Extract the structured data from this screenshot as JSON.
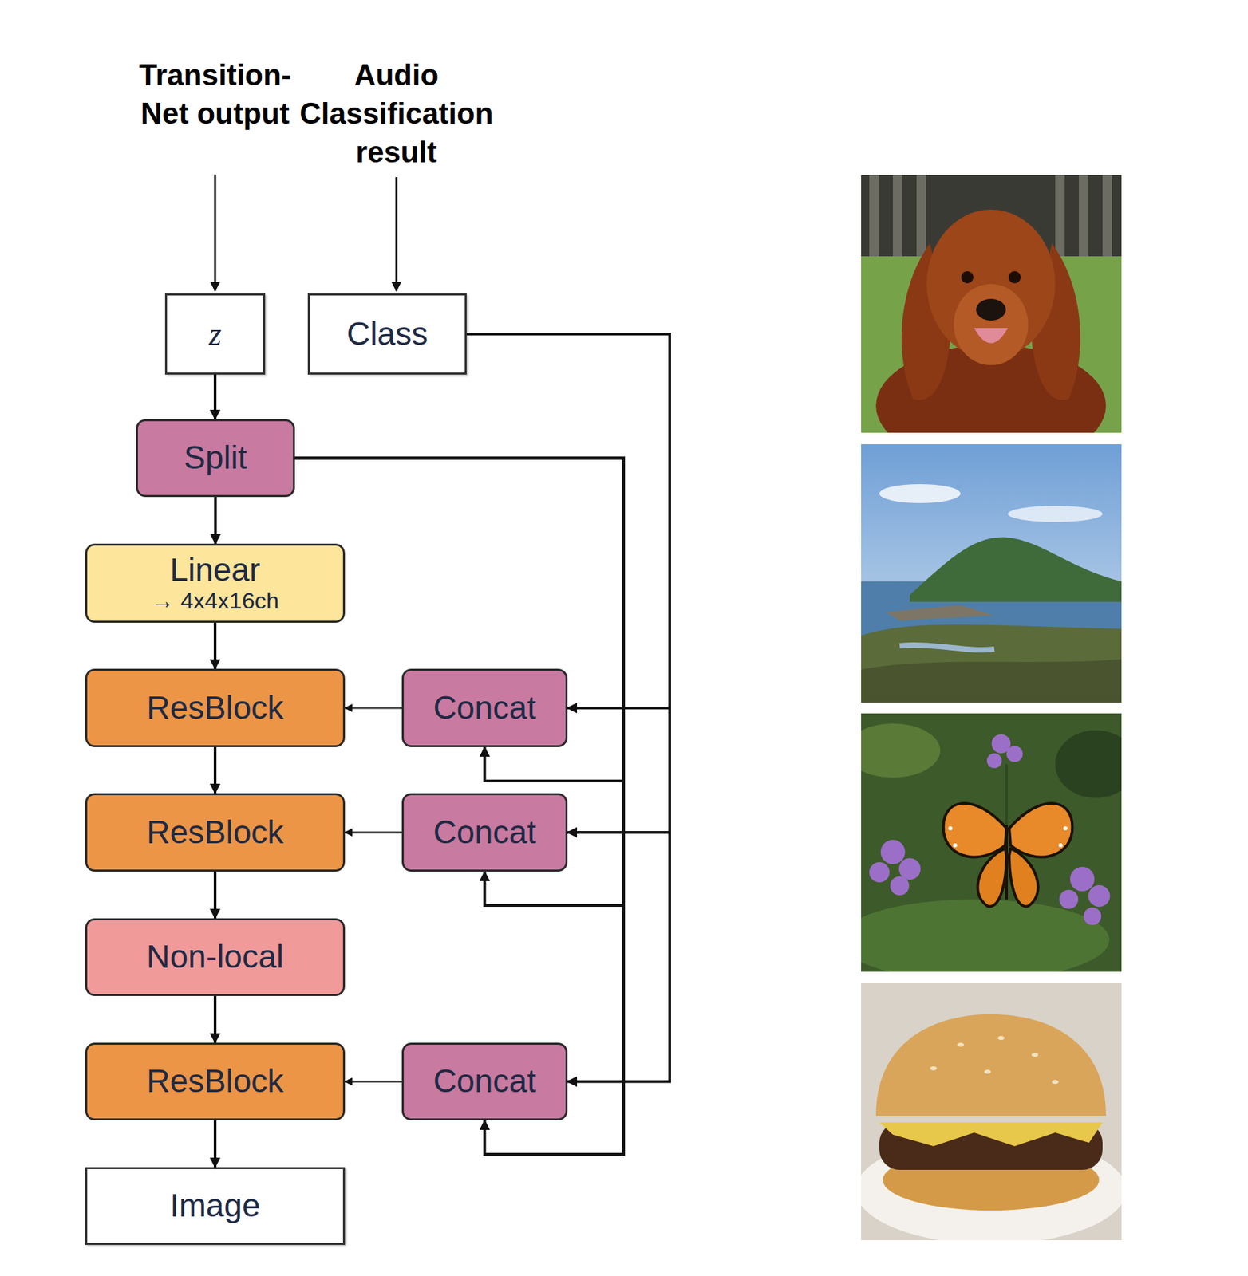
{
  "diagram": {
    "nodes": [
      {
        "text": [
          "z"
        ]
      },
      {
        "text": [
          "Class"
        ]
      },
      {
        "text": [
          "Split"
        ]
      },
      {
        "text": [
          "Linear",
          "→ 4x4x16ch"
        ]
      },
      {
        "text": [
          "ResBlock"
        ]
      },
      {
        "text": [
          "Concat"
        ]
      },
      {
        "text": [
          "ResBlock"
        ]
      },
      {
        "text": [
          "Concat"
        ]
      },
      {
        "text": [
          "Non-local"
        ]
      },
      {
        "text": [
          "ResBlock"
        ]
      },
      {
        "text": [
          "Concat"
        ]
      },
      {
        "text": [
          "Image"
        ]
      }
    ],
    "edges": [
      {
        "from": 0,
        "to": 2,
        "arrow": "to"
      },
      {
        "from": 2,
        "to": 3,
        "arrow": "to"
      },
      {
        "from": 3,
        "to": 4,
        "arrow": "to"
      },
      {
        "from": 4,
        "to": 6,
        "arrow": "to"
      },
      {
        "from": 6,
        "to": 8,
        "arrow": "to"
      },
      {
        "from": 8,
        "to": 9,
        "arrow": "to"
      },
      {
        "from": 9,
        "to": 11,
        "arrow": "to"
      },
      {
        "from": 5,
        "to": 4,
        "arrow": "to"
      },
      {
        "from": 7,
        "to": 6,
        "arrow": "to"
      },
      {
        "from": 10,
        "to": 9,
        "arrow": "to"
      },
      {
        "from": 1,
        "to": 5,
        "arrow": "to"
      },
      {
        "from": 1,
        "to": 7,
        "arrow": "to"
      },
      {
        "from": 1,
        "to": 10,
        "arrow": "to"
      },
      {
        "from": 2,
        "to": 5,
        "arrow": "to"
      },
      {
        "from": 2,
        "to": 7,
        "arrow": "to"
      },
      {
        "from": 2,
        "to": 10,
        "arrow": "to"
      }
    ],
    "labels": [
      "Transition-Net output",
      "Audio Classification result"
    ]
  }
}
